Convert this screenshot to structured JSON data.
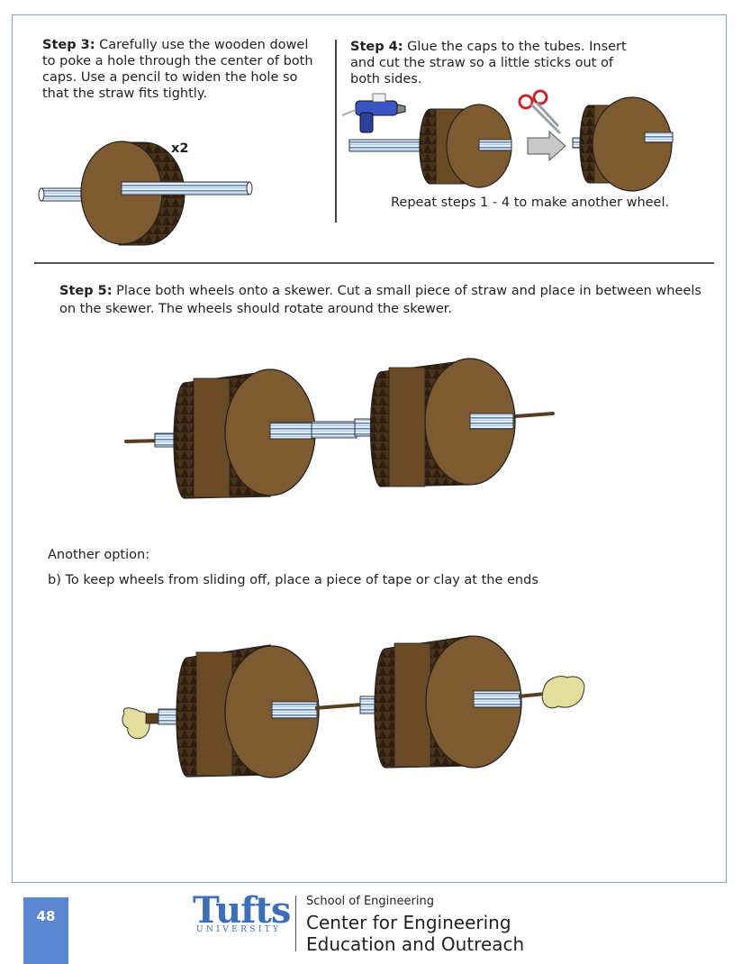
{
  "step3": {
    "label": "Step 3:",
    "text": " Carefully use the wooden dowel to poke a hole through the center of both caps. Use a pencil to widen the hole so that the straw fits tightly.",
    "multiplier": "x2"
  },
  "step4": {
    "label": "Step 4:",
    "text": " Glue the caps to the tubes. Insert and cut the straw so a little sticks out of both sides.",
    "repeat_note": "Repeat steps 1 - 4 to make another wheel."
  },
  "step5": {
    "label": "Step 5:",
    "text": " Place both wheels onto a skewer. Cut a small piece of straw and place in between wheels on the skewer. The wheels should rotate around the skewer."
  },
  "option": {
    "heading": "Another option:",
    "text": "b) To keep wheels from sliding off, place a piece of tape or clay at the ends"
  },
  "footer": {
    "page_number": "48",
    "logo_word": "Tufts",
    "logo_sub": "UNIVERSITY",
    "school": "School of Engineering",
    "center_line1": "Center for Engineering",
    "center_line2": "Education and Outreach"
  },
  "colors": {
    "cardboard": "#6b4a26",
    "cap_face": "#7d5a2f",
    "straw": "#d9e6f5",
    "straw_stripe": "#5f86c4",
    "clay": "#e3de9b",
    "frame": "#7fa6cf",
    "page_badge": "#5b86d1",
    "logo": "#3f6eb8"
  }
}
